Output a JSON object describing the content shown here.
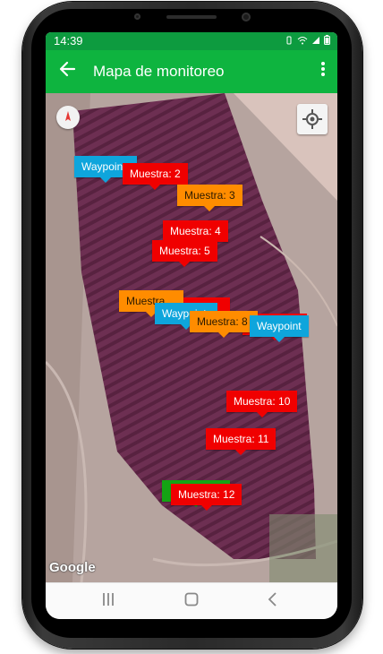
{
  "status_bar": {
    "time": "14:39"
  },
  "app_bar": {
    "title": "Mapa de monitoreo"
  },
  "map": {
    "attribution": "Google"
  },
  "markers": [
    {
      "label": "Waypoint",
      "color": "blue"
    },
    {
      "label": "Muestra: 2",
      "color": "red"
    },
    {
      "label": "Muestra: 3",
      "color": "orange"
    },
    {
      "label": "Muestra: 4",
      "color": "red"
    },
    {
      "label": "Muestra: 5",
      "color": "red"
    },
    {
      "label": "Muestra",
      "color": "orange"
    },
    {
      "label": "Waypoint",
      "color": "blue"
    },
    {
      "label": "Muestra: 8",
      "color": "orange"
    },
    {
      "label": "Waypoint",
      "color": "blue"
    },
    {
      "label": "Muestra: 10",
      "color": "red"
    },
    {
      "label": "Muestra: 11",
      "color": "red"
    },
    {
      "label": "Muestra: 12",
      "color": "red"
    }
  ],
  "colors": {
    "status_bar": "#0d9b3f",
    "app_bar": "#0eb43f",
    "marker_red": "#f00000",
    "marker_orange": "#ff8c00",
    "marker_blue": "#0ea5dc",
    "marker_green": "#14a414"
  }
}
